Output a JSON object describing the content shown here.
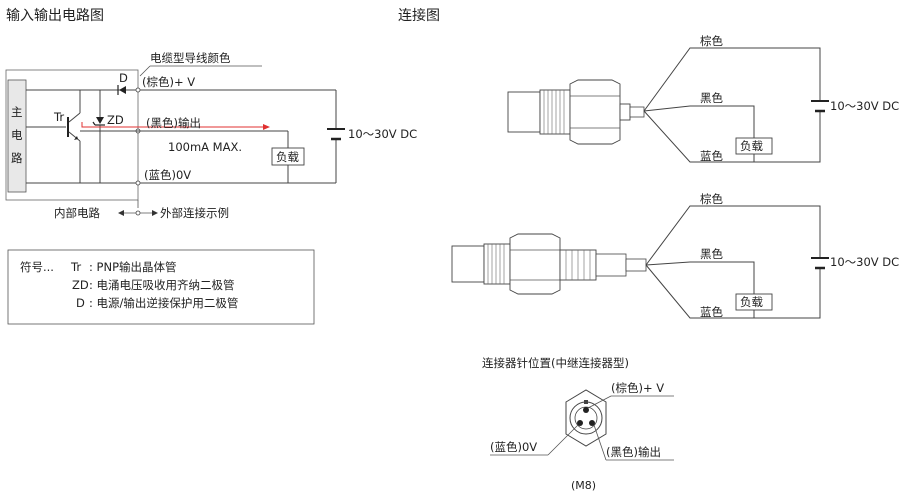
{
  "titles": {
    "io_circuit": "输入输出电路图",
    "connection": "连接图"
  },
  "circuit": {
    "cable_color_header": "电缆型导线颜色",
    "main_circuit": [
      "主",
      "电",
      "路"
    ],
    "diode_label": "D",
    "zener_label": "ZD",
    "transistor_label": "Tr",
    "wire_brown": "(棕色)+ V",
    "wire_black": "(黑色)输出",
    "wire_blue": "(蓝色)0V",
    "current_limit": "100mA MAX.",
    "load": "负载",
    "supply": "10～30V DC",
    "internal": "内部电路",
    "external": "外部连接示例"
  },
  "legend": {
    "prefix": "符号...",
    "items": [
      {
        "sym": "Tr",
        "desc": ": PNP输出晶体管"
      },
      {
        "sym": "ZD",
        "desc": ": 电涌电压吸收用齐纳二极管"
      },
      {
        "sym": "D",
        "desc": ": 电源/输出逆接保护用二极管"
      }
    ]
  },
  "connections": [
    {
      "brown": "棕色",
      "black": "黑色",
      "blue": "蓝色",
      "load": "负载",
      "supply": "10～30V DC"
    },
    {
      "brown": "棕色",
      "black": "黑色",
      "blue": "蓝色",
      "load": "负载",
      "supply": "10～30V DC"
    }
  ],
  "pinout": {
    "title": "连接器针位置(中继连接器型)",
    "brown": "(棕色)+ V",
    "blue": "(蓝色)0V",
    "black": "(黑色)输出",
    "model": "(M8)"
  }
}
